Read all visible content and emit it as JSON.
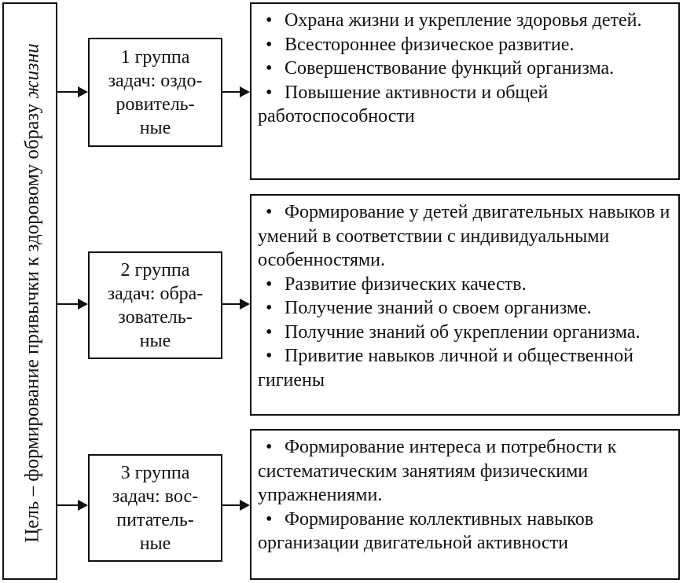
{
  "goal": {
    "text": "Цель – формирование привычки к здоровому образу",
    "text_italic": "жизни"
  },
  "groups": [
    {
      "title_lines": [
        "1 группа",
        "задач: оздо-",
        "ровитель-",
        "ные"
      ],
      "items": [
        "Охрана жизни и укрепление здоровья детей.",
        "Всестороннее физическое развитие.",
        "Совершенствование функций организма.",
        "Повышение активности и общей работоспособности"
      ]
    },
    {
      "title_lines": [
        "2 группа",
        "задач: обра-",
        "зователь-",
        "ные"
      ],
      "items": [
        "Формирование у детей двигательных навыков и умений в соответствии с индивидуальными особенностями.",
        "Развитие физических качеств.",
        "Получение знаний о своем организме.",
        "Получние знаний об укреплении организма.",
        "Привитие навыков личной и общественной гигиены"
      ]
    },
    {
      "title_lines": [
        "3 группа",
        "задач: вос-",
        "питатель-",
        "ные"
      ],
      "items": [
        "Формирование интереса и потребности к систематическим занятиям физическими упражнениями.",
        "Формирование коллективных навыков организации двигательной активности"
      ]
    }
  ],
  "bullet_symbol": "•"
}
